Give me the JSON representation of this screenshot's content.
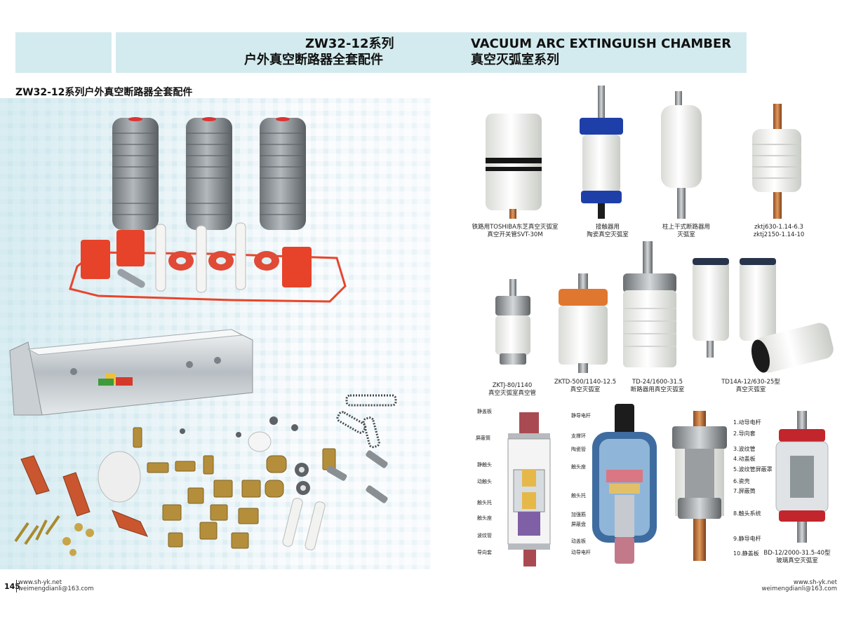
{
  "header": {
    "left_line1": "ZW32-12系列",
    "left_line2": "户外真空断路器全套配件",
    "right_line1": "VACUUM ARC EXTINGUISH CHAMBER",
    "right_line2": "真空灭弧室系列"
  },
  "section_title": "ZW32-12系列户外真空断路器全套配件",
  "products_row1": [
    {
      "line1": "铁路用TOSHIBA东芝真空灭弧室",
      "line2": "真空开关管SVT-30M"
    },
    {
      "line1": "接触器用",
      "line2": "陶瓷真空灭弧室"
    },
    {
      "line1": "柱上干式断路器用",
      "line2": "灭弧室"
    },
    {
      "line1": "zktj630-1.14-6.3",
      "line2": "zktj2150-1.14-10"
    }
  ],
  "products_row2": [
    {
      "line1": "ZKTJ-80/1140",
      "line2": "真空灭弧室真空管"
    },
    {
      "line1": "ZKTD-500/1140-12.5",
      "line2": "真空灭弧室"
    },
    {
      "line1": "TD-24/1600-31.5",
      "line2": "断路器用真空灭弧室"
    },
    {
      "line1": "TD14A-12/630-25型",
      "line2": "真空灭弧室"
    }
  ],
  "diagram_left_labels": [
    "静盖板",
    "屏蔽筒",
    "静触头",
    "动触头",
    "触头托",
    "触头座",
    "波纹管",
    "导向套"
  ],
  "diagram_right_labels": [
    "静导电杆",
    "支撑环",
    "陶瓷管",
    "触头座",
    "触头托",
    "加强筋",
    "屏蔽盘",
    "动盖板",
    "动导电杆"
  ],
  "diagram2_labels": [
    "1.动导电杆",
    "2.导向套",
    "3.波纹管",
    "4.动盖板",
    "5.波纹管屏蔽罩",
    "6.瓷壳",
    "7.屏蔽筒",
    "8.触头系统",
    "9.静导电杆",
    "10.静盖板"
  ],
  "product_last": {
    "line1": "BD-12/2000-31.5-40型",
    "line2": "玻璃真空灭弧室"
  },
  "footer": {
    "page_number": "145",
    "left_web": "www.sh-yk.net",
    "left_email": "weimengdianli@163.com",
    "right_web": "www.sh-yk.net",
    "right_email": "weimengdianli@163.com"
  },
  "colors": {
    "header_bg": "#d3ebee",
    "panel_bg": "#dfeef3"
  }
}
